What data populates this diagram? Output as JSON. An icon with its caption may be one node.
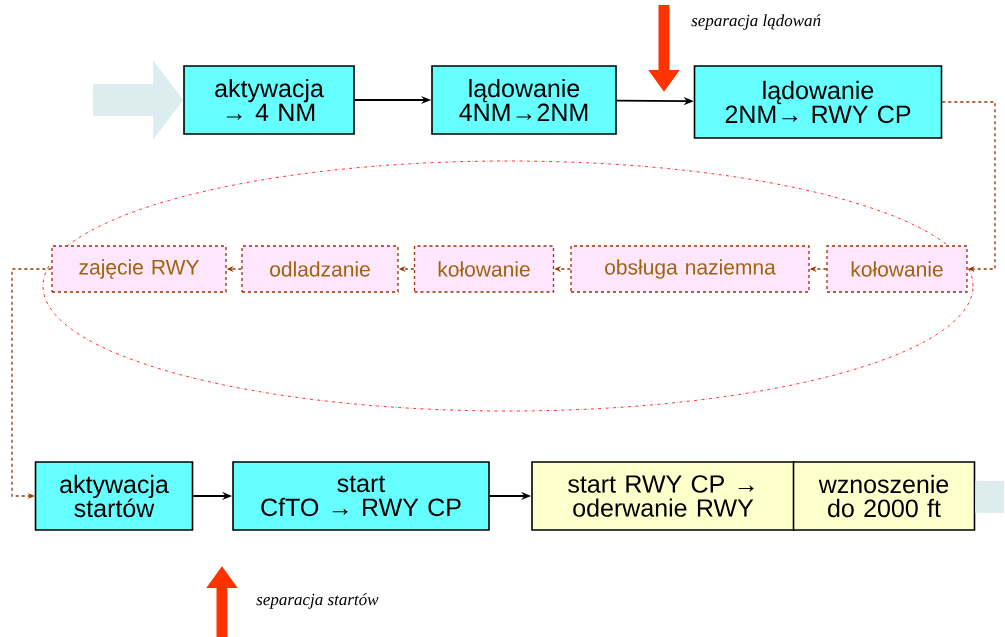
{
  "diagram": {
    "nodes": [
      {
        "text": [
          "aktywacja → 4 NM"
        ]
      },
      {
        "text": [
          "lądowanie 4NM→2NM"
        ]
      },
      {
        "text": [
          "lądowanie 2NM→ RWY CP"
        ]
      },
      {
        "text": [],
        "shape": "ellipse"
      },
      {
        "text": [
          "zajęcie RWY"
        ],
        "in": 3
      },
      {
        "text": [
          "odladzanie"
        ],
        "in": 3
      },
      {
        "text": [
          "kołowanie"
        ],
        "in": 3
      },
      {
        "text": [
          "obsługa naziemna"
        ],
        "in": 3
      },
      {
        "text": [
          "kołowanie"
        ],
        "in": 3
      },
      {
        "text": [
          "aktywacja startów"
        ]
      },
      {
        "text": [
          "start",
          "CfTO → RWY CP"
        ]
      },
      {
        "text": [
          "start RWY CP → oderwanie RWY"
        ]
      },
      {
        "text": [
          "wznoszenie do 2000 ft"
        ]
      }
    ],
    "edges": [
      {
        "from": null,
        "to": 0,
        "arrow": "to",
        "style": "thick",
        "color": "#dcecef"
      },
      {
        "from": 0,
        "to": 1,
        "arrow": "to",
        "color": "#000000"
      },
      {
        "from": 1,
        "to": 2,
        "arrow": "to",
        "color": "#000000"
      },
      {
        "from": 2,
        "to": 8,
        "arrow": "to",
        "style": "dashed"
      },
      {
        "from": 8,
        "to": 7,
        "arrow": "to",
        "style": "dashed"
      },
      {
        "from": 7,
        "to": 6,
        "arrow": "to",
        "style": "dashed"
      },
      {
        "from": 6,
        "to": 5,
        "arrow": "to",
        "style": "dashed"
      },
      {
        "from": 5,
        "to": 4,
        "arrow": "to",
        "style": "dashed"
      },
      {
        "from": 4,
        "to": 9,
        "arrow": "to",
        "style": "dashed"
      },
      {
        "from": 9,
        "to": 10,
        "arrow": "to",
        "color": "#000000"
      },
      {
        "from": 10,
        "to": 11,
        "arrow": "to",
        "color": "#000000"
      },
      {
        "from": 12,
        "to": null,
        "arrow": "none",
        "style": "thick",
        "color": "#dcecef"
      }
    ],
    "labels": [
      "separacja lądowań",
      "separacja startów"
    ]
  }
}
